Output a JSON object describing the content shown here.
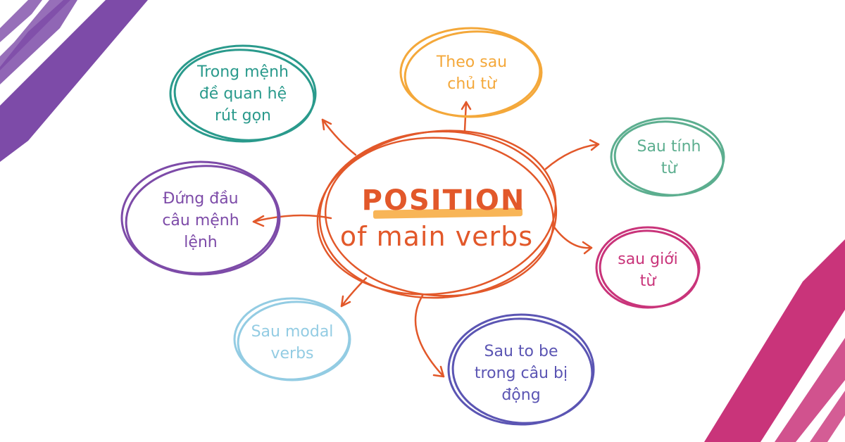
{
  "diagram": {
    "type": "mind-map",
    "center": {
      "title": "POSITION",
      "subtitle": "of main verbs",
      "color": "#e2582a",
      "highlight_color": "#f7ad45"
    },
    "nodes": [
      {
        "id": "relative-clause",
        "lines": [
          "Trong mệnh",
          "đề quan hệ",
          "rút gọn"
        ],
        "color": "#2a9a8c"
      },
      {
        "id": "after-subject",
        "lines": [
          "Theo sau",
          "chủ từ"
        ],
        "color": "#f4a83a"
      },
      {
        "id": "after-adjective",
        "lines": [
          "Sau tính",
          "từ"
        ],
        "color": "#5cae8f"
      },
      {
        "id": "imperative",
        "lines": [
          "Đứng đầu",
          "câu mệnh",
          "lệnh"
        ],
        "color": "#7d4ba8"
      },
      {
        "id": "after-preposition",
        "lines": [
          "sau giới",
          "từ"
        ],
        "color": "#c9347a"
      },
      {
        "id": "after-modal",
        "lines": [
          "Sau modal",
          "verbs"
        ],
        "color": "#93cce3"
      },
      {
        "id": "passive-voice",
        "lines": [
          "Sau to be",
          "trong câu bị",
          "động"
        ],
        "color": "#5b55b3"
      }
    ],
    "decorations": {
      "top_left_brush_color": "#7d4ba8",
      "bottom_right_brush_color": "#c9347a",
      "arrow_color": "#e2582a"
    }
  }
}
